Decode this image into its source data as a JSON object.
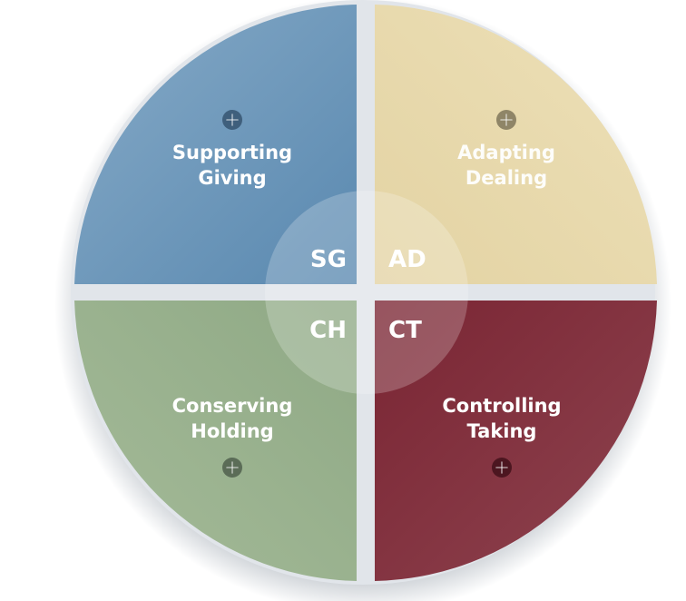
{
  "diagram": {
    "quadrants": [
      {
        "id": "sg",
        "code": "SG",
        "title_line1": "Supporting",
        "title_line2": "Giving",
        "color_light": "#86aac7",
        "color_dark": "#5a89b0",
        "plus_color": "#3f5f7c",
        "icon": "plus-circle-icon"
      },
      {
        "id": "ad",
        "code": "AD",
        "title_line1": "Adapting",
        "title_line2": "Dealing",
        "color_light": "#ede0b8",
        "color_dark": "#e3d3a3",
        "plus_color": "#8f8567",
        "icon": "plus-circle-icon"
      },
      {
        "id": "ch",
        "code": "CH",
        "title_line1": "Conserving",
        "title_line2": "Holding",
        "color_light": "#a5bb99",
        "color_dark": "#8fa985",
        "plus_color": "#5b6c57",
        "icon": "plus-circle-icon"
      },
      {
        "id": "ct",
        "code": "CT",
        "title_line1": "Controlling",
        "title_line2": "Taking",
        "color_light": "#8e4450",
        "color_dark": "#7a2533",
        "plus_color": "#4c1620",
        "icon": "plus-circle-icon"
      }
    ],
    "background_color": "#e1e5ea",
    "center_highlight_color": "#ffffff"
  }
}
